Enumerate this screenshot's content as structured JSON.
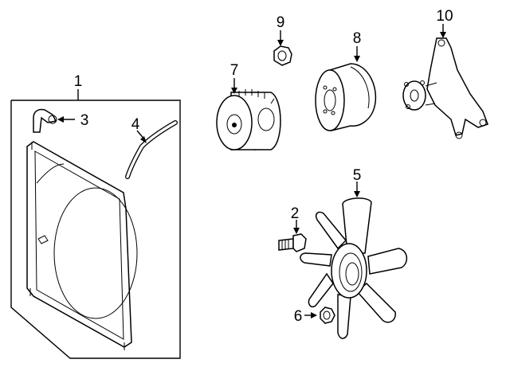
{
  "callouts": {
    "c1": "1",
    "c2": "2",
    "c3": "3",
    "c4": "4",
    "c5": "5",
    "c6": "6",
    "c7": "7",
    "c8": "8",
    "c9": "9",
    "c10": "10"
  },
  "colors": {
    "stroke": "#000000",
    "background": "#ffffff"
  },
  "icons": {
    "shroud": "fan-shroud-icon",
    "hose": "overflow-hose-icon",
    "clamp": "hose-clamp-icon",
    "bolt": "bolt-icon",
    "nut": "nut-icon",
    "fan_blade": "fan-blade-icon",
    "fan_clutch": "fan-clutch-icon",
    "pulley": "pulley-icon",
    "bracket": "fan-bracket-icon"
  }
}
